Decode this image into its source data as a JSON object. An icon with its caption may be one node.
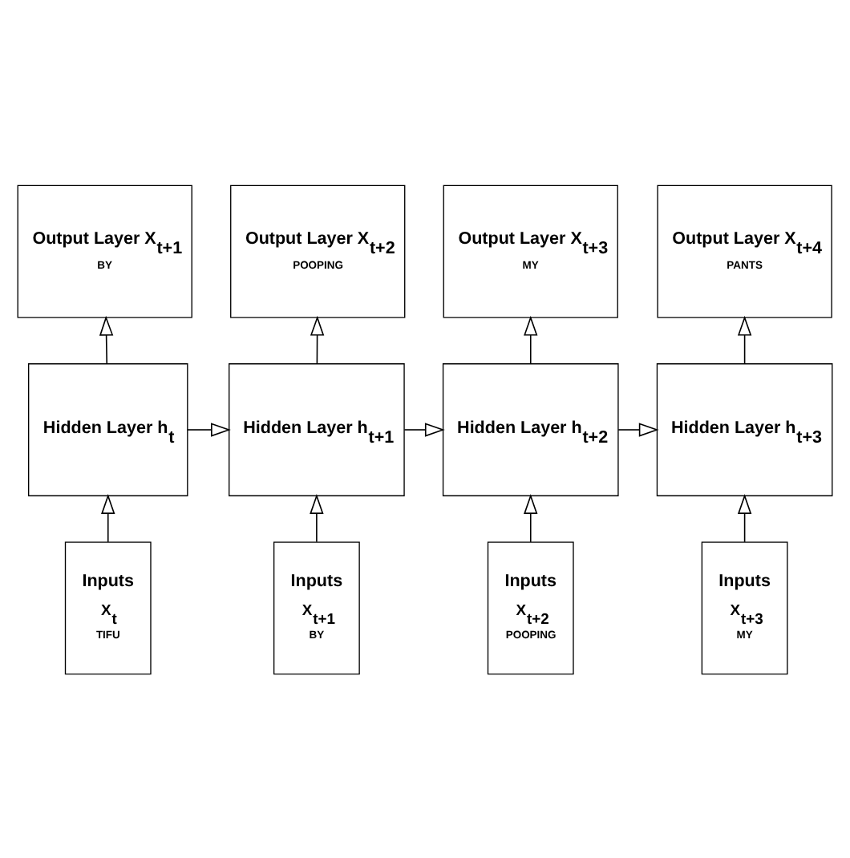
{
  "diagram": {
    "nodes": [
      {
        "text": [
          "Output Layer X$_{t+1}$",
          "BY"
        ]
      },
      {
        "text": [
          "Output Layer X$_{t+2}$",
          "POOPING"
        ]
      },
      {
        "text": [
          "Output Layer X$_{t+3}$",
          "MY"
        ]
      },
      {
        "text": [
          "Output Layer X$_{t+4}$",
          "PANTS"
        ]
      },
      {
        "text": [
          "Hidden Layer h$_{t}$"
        ]
      },
      {
        "text": [
          "Hidden Layer h$_{t+1}$"
        ]
      },
      {
        "text": [
          "Hidden Layer h$_{t+2}$"
        ]
      },
      {
        "text": [
          "Hidden Layer h$_{t+3}$"
        ]
      },
      {
        "text": [
          "Inputs",
          "X$_{t}$",
          "TIFU"
        ]
      },
      {
        "text": [
          "Inputs",
          "X$_{t+1}$",
          "BY"
        ]
      },
      {
        "text": [
          "Inputs",
          "X$_{t+2}$",
          "POOPING"
        ]
      },
      {
        "text": [
          "Inputs",
          "X$_{t+3}$",
          "MY"
        ]
      }
    ],
    "edges": [
      {
        "from": 8,
        "to": 4,
        "arrow": "to"
      },
      {
        "from": 4,
        "to": 0,
        "arrow": "to"
      },
      {
        "from": 4,
        "to": 5,
        "arrow": "to"
      },
      {
        "from": 9,
        "to": 5,
        "arrow": "to"
      },
      {
        "from": 5,
        "to": 1,
        "arrow": "to"
      },
      {
        "from": 5,
        "to": 6,
        "arrow": "to"
      },
      {
        "from": 10,
        "to": 6,
        "arrow": "to"
      },
      {
        "from": 6,
        "to": 2,
        "arrow": "to"
      },
      {
        "from": 6,
        "to": 7,
        "arrow": "to"
      },
      {
        "from": 11,
        "to": 7,
        "arrow": "to"
      },
      {
        "from": 7,
        "to": 3,
        "arrow": "to"
      }
    ]
  }
}
